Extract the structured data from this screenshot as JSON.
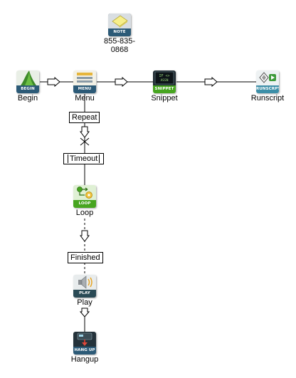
{
  "nodes": {
    "note": {
      "badge": "NOTE",
      "caption": "855-835-0868",
      "accent": "#2c5a77"
    },
    "begin": {
      "badge": "BEGIN",
      "caption": "Begin",
      "accent": "#2c5a77"
    },
    "menu": {
      "badge": "MENU",
      "caption": "Menu",
      "accent": "#2c5a77"
    },
    "snippet": {
      "badge": "SNIPPET",
      "caption": "Snippet",
      "accent": "#47a520"
    },
    "runscript": {
      "badge": "RUNSCRPT",
      "caption": "Runscript",
      "accent": "#3d8fa8"
    },
    "loop": {
      "badge": "LOOP",
      "caption": "Loop",
      "accent": "#47a520"
    },
    "play": {
      "badge": "PLAY",
      "caption": "Play",
      "accent": "#2a4a55"
    },
    "hangup": {
      "badge": "HANG UP",
      "caption": "Hangup",
      "accent": "#2c5a77"
    }
  },
  "labels": {
    "repeat": "Repeat",
    "timeout": "Timeout",
    "finished": "Finished"
  },
  "icons": {
    "note": "sticky-note-icon",
    "begin": "begin-icon",
    "menu": "menu-list-icon",
    "snippet": "code-snippet-icon",
    "runscript": "run-script-icon",
    "loop": "loop-gear-icon",
    "play": "speaker-icon",
    "hangup": "phone-hangup-icon"
  }
}
